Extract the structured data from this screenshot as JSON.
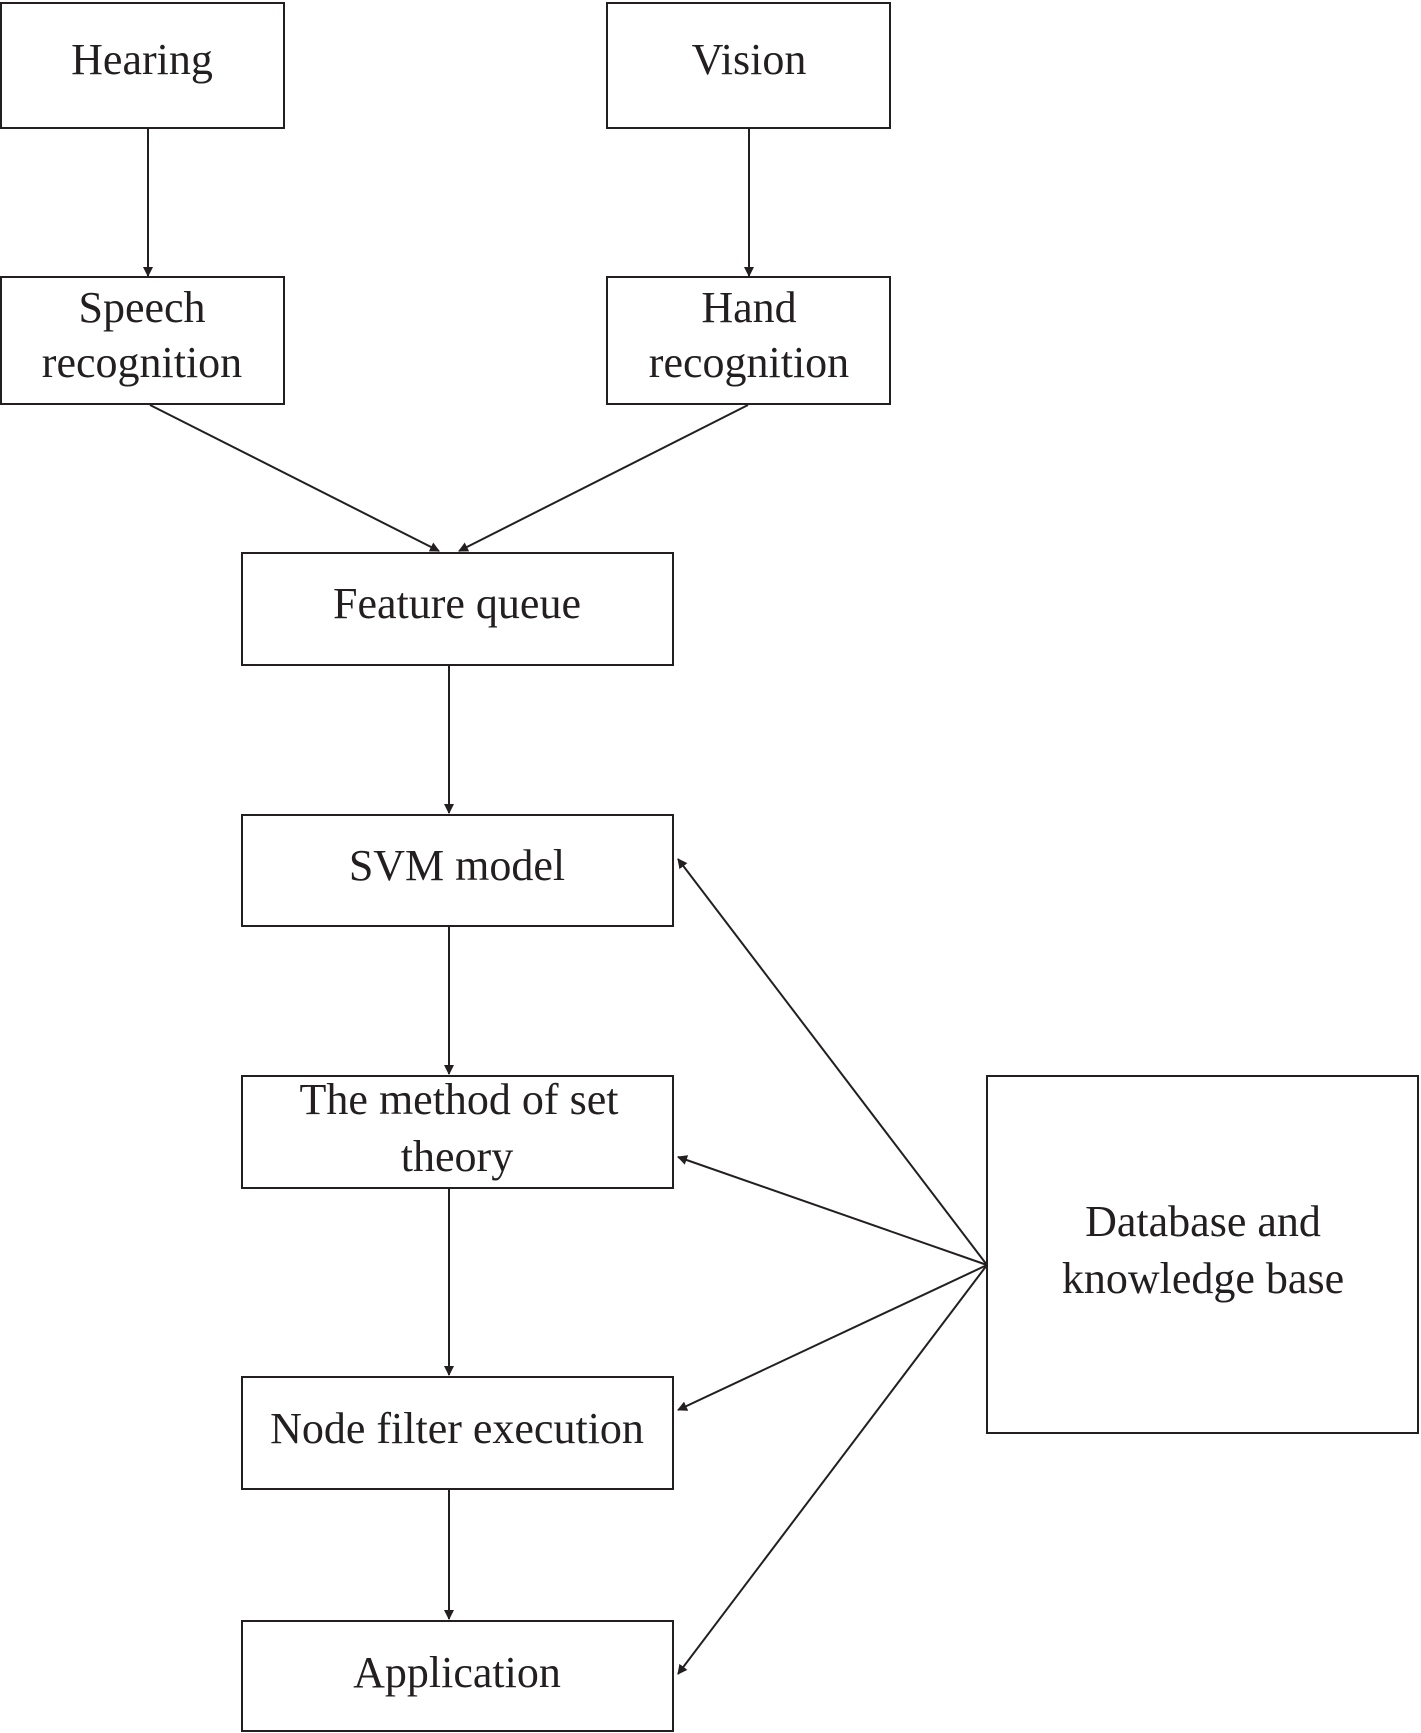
{
  "diagram": {
    "nodes": {
      "hearing": {
        "lines": [
          "Hearing"
        ]
      },
      "vision": {
        "lines": [
          "Vision"
        ]
      },
      "speech": {
        "lines": [
          "Speech",
          "recognition"
        ]
      },
      "hand": {
        "lines": [
          "Hand",
          "recognition"
        ]
      },
      "feature": {
        "lines": [
          "Feature queue"
        ]
      },
      "svm": {
        "lines": [
          "SVM model"
        ]
      },
      "settheory": {
        "lines": [
          "The method of set",
          "theory"
        ]
      },
      "nodefilter": {
        "lines": [
          "Node filter execution"
        ]
      },
      "application": {
        "lines": [
          "Application"
        ]
      },
      "database": {
        "lines": [
          "Database and",
          "knowledge base"
        ]
      }
    },
    "edges": [
      {
        "from": "hearing",
        "to": "speech"
      },
      {
        "from": "vision",
        "to": "hand"
      },
      {
        "from": "speech",
        "to": "feature"
      },
      {
        "from": "hand",
        "to": "feature"
      },
      {
        "from": "feature",
        "to": "svm"
      },
      {
        "from": "svm",
        "to": "settheory"
      },
      {
        "from": "settheory",
        "to": "nodefilter"
      },
      {
        "from": "nodefilter",
        "to": "application"
      },
      {
        "from": "database",
        "to": "svm"
      },
      {
        "from": "database",
        "to": "settheory"
      },
      {
        "from": "database",
        "to": "nodefilter"
      },
      {
        "from": "database",
        "to": "application"
      }
    ]
  }
}
